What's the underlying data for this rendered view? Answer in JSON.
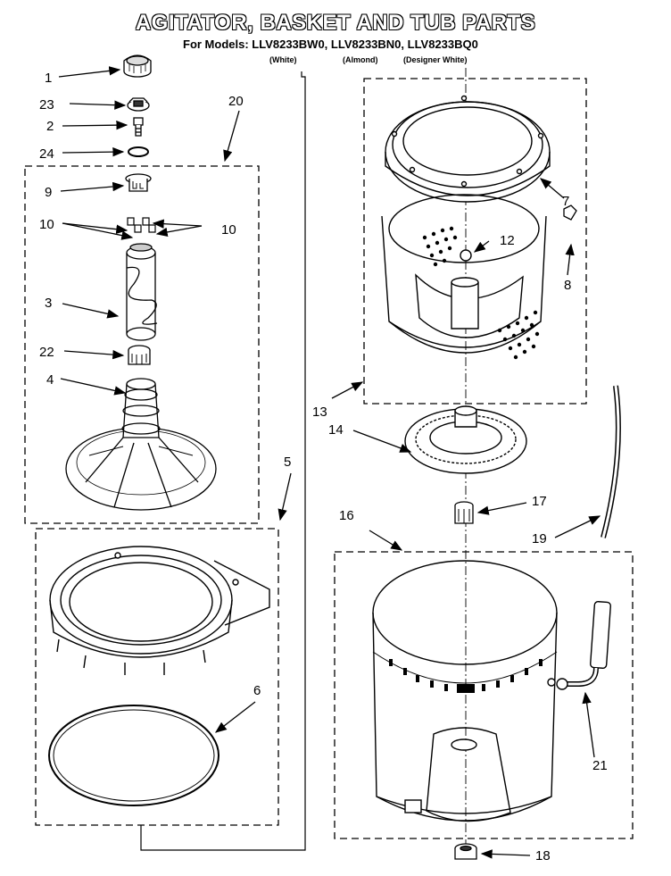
{
  "title": "AGITATOR, BASKET AND TUB PARTS",
  "models_line": "For Models: LLV8233BW0, LLV8233BN0, LLV8233BQ0",
  "colors": [
    "(White)",
    "(Almond)",
    "(Designer White)"
  ],
  "callouts": {
    "c1": "1",
    "c23": "23",
    "c2": "2",
    "c24": "24",
    "c20": "20",
    "c9": "9",
    "c10a": "10",
    "c10b": "10",
    "c3": "3",
    "c22": "22",
    "c4": "4",
    "c5": "5",
    "c6": "6",
    "c7": "7",
    "c8": "8",
    "c12": "12",
    "c13": "13",
    "c14": "14",
    "c16": "16",
    "c17": "17",
    "c19": "19",
    "c21": "21",
    "c18": "18"
  }
}
